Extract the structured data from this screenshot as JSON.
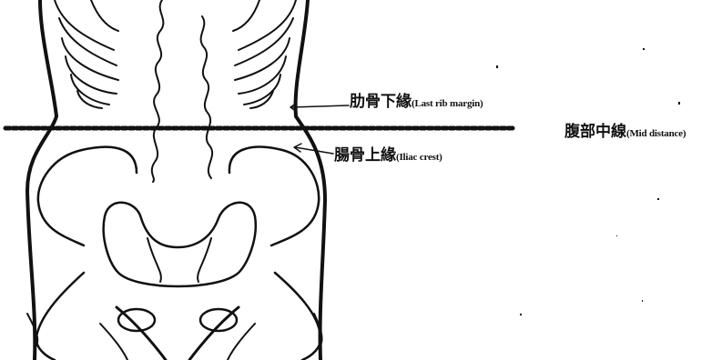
{
  "labels": {
    "last_rib_margin": {
      "zh": "肋骨下緣",
      "en": "(Last rib margin)"
    },
    "iliac_crest": {
      "zh": "腸骨上緣",
      "en": "(Iliac crest)"
    },
    "mid_distance": {
      "zh": "腹部中線",
      "en": "(Mid distance)"
    }
  },
  "colors": {
    "ink": "#111111",
    "background": "#ffffff"
  }
}
